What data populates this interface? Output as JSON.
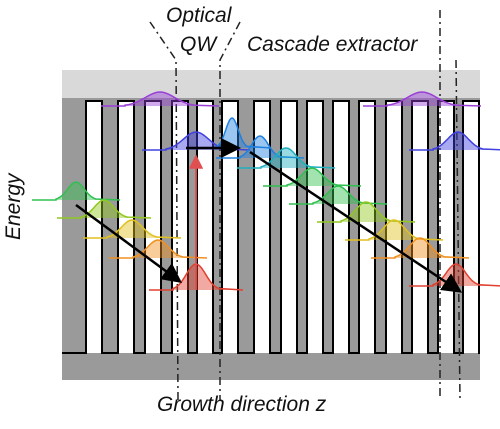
{
  "labels": {
    "optical": "Optical",
    "qw": "QW",
    "cascade_extractor": "Cascade extractor",
    "energy_axis": "Energy",
    "growth_axis": "Growth direction z"
  },
  "colors": {
    "barrier_band": "#d9d9d9",
    "well_fill": "#ffffff",
    "outside": "#9a9a9a",
    "band_outline": "#000000",
    "pump_arrow": "#e05050",
    "transport_arrow": "#000000",
    "state_colors": [
      "#9a40d8",
      "#4040e0",
      "#2080e0",
      "#20b0c0",
      "#30c050",
      "#90c820",
      "#e0c020",
      "#f09020",
      "#e04030"
    ]
  },
  "diagram": {
    "wells": 18,
    "dashed_boundaries": 4,
    "wavefunction_count": 18,
    "arrows": [
      "carrier cascade left",
      "optical pump (vertical)",
      "carrier cascade right"
    ]
  }
}
